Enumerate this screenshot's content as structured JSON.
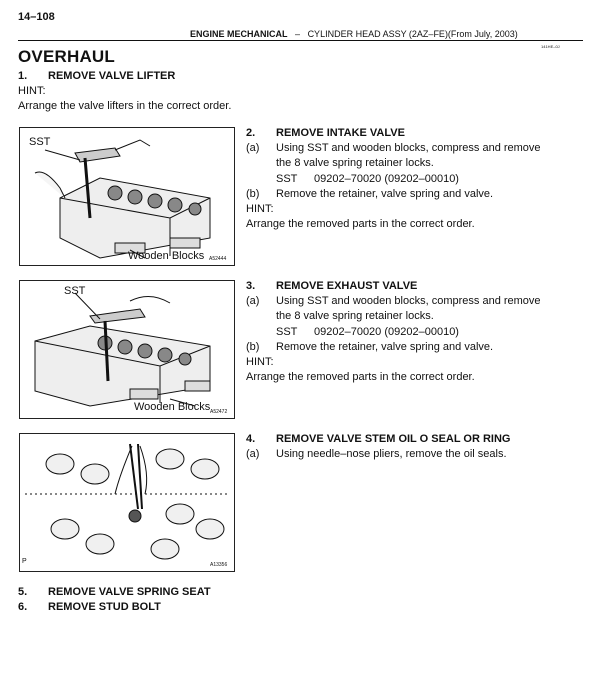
{
  "page": {
    "number": "14–108",
    "code": "141HE–0J"
  },
  "header": {
    "section": "ENGINE MECHANICAL",
    "dash": "–",
    "subject": "CYLINDER HEAD ASSY (2AZ–FE)(From July, 2003)"
  },
  "title": "OVERHAUL",
  "steps": [
    {
      "num": "1.",
      "title": "REMOVE VALVE LIFTER",
      "hint": "HINT:",
      "text": "Arrange the valve lifters in the correct order."
    },
    {
      "num": "2.",
      "title": "REMOVE INTAKE VALVE",
      "a_mark": "(a)",
      "a_line1": "Using SST and wooden blocks, compress and remove",
      "a_line2": "the 8 valve spring retainer locks.",
      "sst_label": "SST",
      "sst_value": "09202–70020 (09202–00010)",
      "b_mark": "(b)",
      "b_text": "Remove the retainer, valve spring and valve.",
      "hint": "HINT:",
      "hint_text": "Arrange the removed parts in the correct order."
    },
    {
      "num": "3.",
      "title": "REMOVE EXHAUST VALVE",
      "a_mark": "(a)",
      "a_line1": "Using SST and wooden blocks, compress and remove",
      "a_line2": "the 8 valve spring retainer locks.",
      "sst_label": "SST",
      "sst_value": "09202–70020 (09202–00010)",
      "b_mark": "(b)",
      "b_text": "Remove the retainer, valve spring and valve.",
      "hint": "HINT:",
      "hint_text": "Arrange the removed parts in the correct order."
    },
    {
      "num": "4.",
      "title": "REMOVE VALVE STEM OIL O SEAL OR RING",
      "a_mark": "(a)",
      "a_text": "Using needle–nose pliers, remove the oil seals."
    },
    {
      "num": "5.",
      "title": "REMOVE VALVE SPRING SEAT"
    },
    {
      "num": "6.",
      "title": "REMOVE STUD BOLT"
    }
  ],
  "figures": [
    {
      "sst": "SST",
      "blocks": "Wooden Blocks",
      "id": "A52444"
    },
    {
      "sst": "SST",
      "blocks": "Wooden Blocks",
      "id": "A52472"
    },
    {
      "corner": "P",
      "id": "A13356"
    }
  ]
}
